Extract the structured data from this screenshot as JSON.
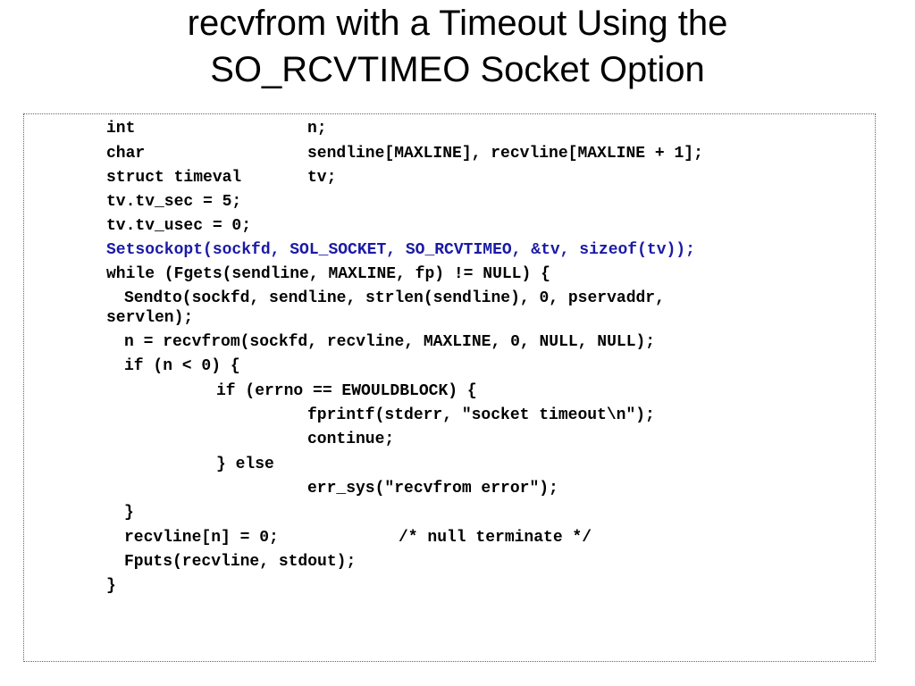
{
  "title": {
    "line1": "recvfrom with a Timeout Using the",
    "line2": "SO_RCVTIMEO Socket Option"
  },
  "colors": {
    "highlight": "#1a1aa6",
    "text": "#000000"
  },
  "code": [
    {
      "segments": [
        {
          "text": "int",
          "col": 0
        },
        {
          "text": "n;",
          "col": 1
        }
      ]
    },
    {
      "segments": [
        {
          "text": "char",
          "col": 0
        },
        {
          "text": "sendline[MAXLINE], recvline[MAXLINE + 1];",
          "col": 1
        }
      ]
    },
    {
      "segments": [
        {
          "text": "struct timeval",
          "col": 0
        },
        {
          "text": "tv;",
          "col": 1
        }
      ]
    },
    {
      "segments": [
        {
          "text": "tv.tv_sec = 5;",
          "col": 0
        }
      ]
    },
    {
      "segments": [
        {
          "text": "tv.tv_usec = 0;",
          "col": 0
        }
      ]
    },
    {
      "highlight": true,
      "segments": [
        {
          "text": "Setsockopt(sockfd, SOL_SOCKET, SO_RCVTIMEO, &tv, sizeof(tv));",
          "col": 0
        }
      ]
    },
    {
      "segments": [
        {
          "text": "while (Fgets(sendline, MAXLINE, fp) != NULL) {",
          "col": 0
        }
      ]
    },
    {
      "segments": [
        {
          "text": "Sendto(sockfd, sendline, strlen(sendline), 0, pservaddr,",
          "col": 3
        }
      ]
    },
    {
      "segments": [
        {
          "text": "servlen);",
          "col": 0
        }
      ],
      "cont": true
    },
    {
      "segments": [
        {
          "text": "n = recvfrom(sockfd, recvline, MAXLINE, 0, NULL, NULL);",
          "col": 3
        }
      ]
    },
    {
      "segments": [
        {
          "text": "if (n < 0) {",
          "col": 3
        }
      ]
    },
    {
      "segments": [
        {
          "text": "if (errno == EWOULDBLOCK) {",
          "col": 4
        }
      ]
    },
    {
      "segments": [
        {
          "text": "fprintf(stderr, \"socket timeout\\n\");",
          "col": 1
        }
      ]
    },
    {
      "segments": [
        {
          "text": "continue;",
          "col": 1
        }
      ]
    },
    {
      "segments": [
        {
          "text": "} else",
          "col": 4
        }
      ]
    },
    {
      "segments": [
        {
          "text": "err_sys(\"recvfrom error\");",
          "col": 1
        }
      ]
    },
    {
      "segments": [
        {
          "text": "}",
          "col": 3
        }
      ]
    },
    {
      "segments": [
        {
          "text": "recvline[n] = 0;",
          "col": 3
        },
        {
          "text": "/* null terminate */",
          "col": 2
        }
      ]
    },
    {
      "segments": [
        {
          "text": "Fputs(recvline, stdout);",
          "col": 3
        }
      ]
    },
    {
      "segments": [
        {
          "text": "}",
          "col": 0
        }
      ]
    }
  ]
}
